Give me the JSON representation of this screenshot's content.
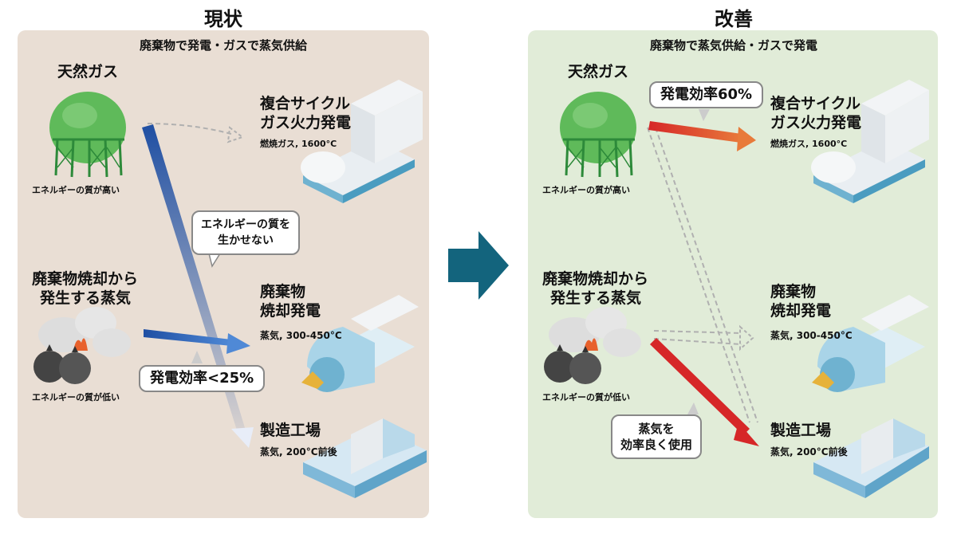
{
  "left": {
    "title": "現状",
    "subtitle": "廃棄物で発電・ガスで蒸気供給",
    "gas_label": "天然ガス",
    "gas_quality": "エネルギーの質が高い",
    "waste_label_1": "廃棄物焼却から",
    "waste_label_2": "発生する蒸気",
    "waste_quality": "エネルギーの質が低い",
    "plant1_label_1": "複合サイクル",
    "plant1_label_2": "ガス火力発電",
    "plant1_spec": "燃焼ガス, 1600°C",
    "plant2_label_1": "廃棄物",
    "plant2_label_2": "焼却発電",
    "plant2_spec": "蒸気, 300-450°C",
    "plant3_label": "製造工場",
    "plant3_spec": "蒸気, 200°C前後",
    "callout_quality_1": "エネルギーの質を",
    "callout_quality_2": "生かせない",
    "callout_efficiency": "発電効率<25%"
  },
  "right": {
    "title": "改善",
    "subtitle": "廃棄物で蒸気供給・ガスで発電",
    "gas_label": "天然ガス",
    "gas_quality": "エネルギーの質が高い",
    "waste_label_1": "廃棄物焼却から",
    "waste_label_2": "発生する蒸気",
    "waste_quality": "エネルギーの質が低い",
    "plant1_label_1": "複合サイクル",
    "plant1_label_2": "ガス火力発電",
    "plant1_spec": "燃焼ガス, 1600°C",
    "plant2_label_1": "廃棄物",
    "plant2_label_2": "焼却発電",
    "plant2_spec": "蒸気, 300-450°C",
    "plant3_label": "製造工場",
    "plant3_spec": "蒸気, 200°C前後",
    "callout_efficiency": "発電効率60%",
    "callout_steam_1": "蒸気を",
    "callout_steam_2": "効率良く使用"
  },
  "colors": {
    "left_panel": "#e9ded4",
    "right_panel": "#e1ecd8",
    "blue_arrow": "#1f4fa3",
    "red_arrow": "#d62728",
    "orange_arrow": "#e87a3a",
    "transition_arrow": "#13647d",
    "gas_tank": "#5fba5a"
  }
}
